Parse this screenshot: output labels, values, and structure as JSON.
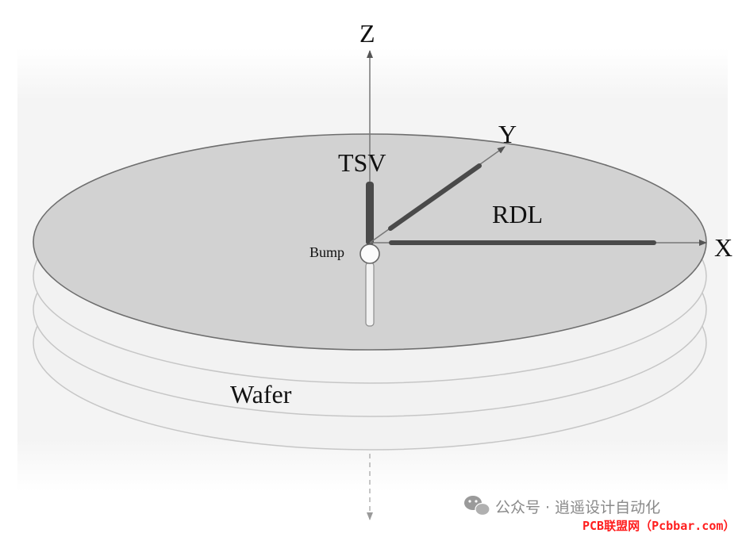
{
  "diagram": {
    "labels": {
      "z_axis": "Z",
      "y_axis": "Y",
      "x_axis": "X",
      "tsv": "TSV",
      "rdl": "RDL",
      "bump": "Bump",
      "wafer": "Wafer"
    },
    "colors": {
      "top_surface": "#d2d2d2",
      "wafer_layer": "#f2f2f2",
      "wafer_edge": "#c6c6c6",
      "conductor": "#4a4a4a",
      "axis": "#777777"
    }
  },
  "watermark": {
    "account": "公众号 · 逍遥设计自动化",
    "site": "PCB联盟网（Pcbbar.com）",
    "icon": "wechat-icon"
  }
}
